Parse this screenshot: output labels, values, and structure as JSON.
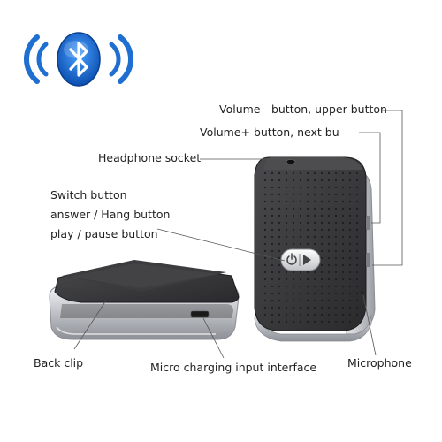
{
  "labels": {
    "volume_minus": "Volume - button, upper button",
    "volume_plus": "Volume+ button, next bu",
    "headphone_socket": "Headphone socket",
    "switch_button": "Switch button",
    "answer_hang": "answer / Hang button",
    "play_pause": "play / pause button",
    "back_clip": "Back clip",
    "micro_charging": "Micro charging input interface",
    "microphone": "Microphone"
  },
  "icons": {
    "logo": "bluetooth-icon",
    "device_button": "power-play-icon"
  },
  "colors": {
    "bluetooth_blue": "#1f6fd0",
    "device_body": "#3a3a3c",
    "device_frame": "#b9bcc0",
    "leader_line": "#555555"
  }
}
